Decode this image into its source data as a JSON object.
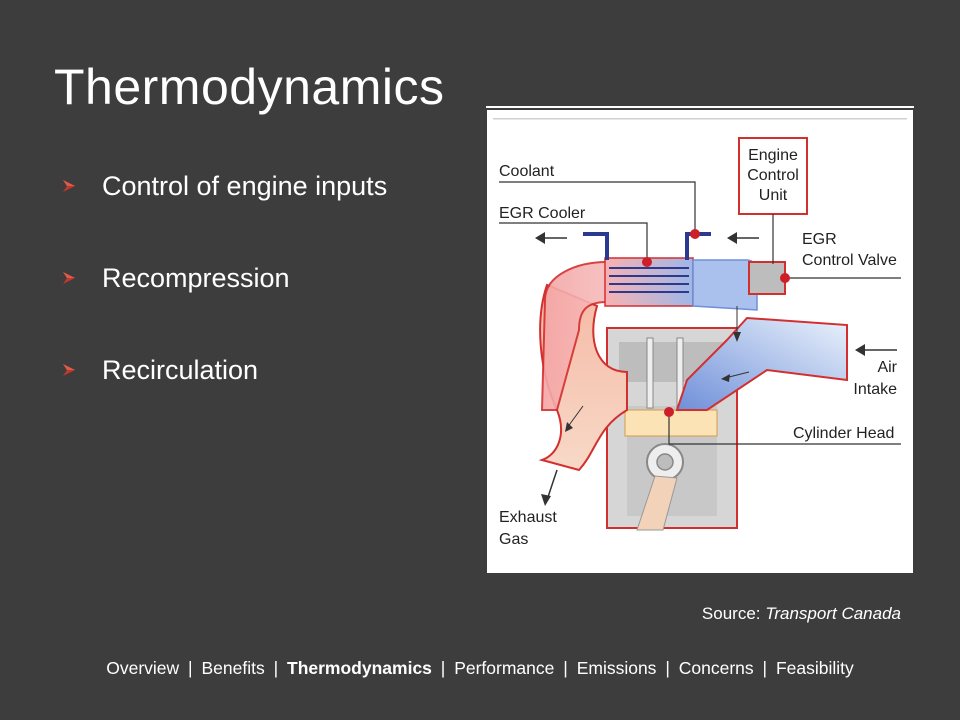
{
  "slide": {
    "title": "Thermodynamics",
    "bullets": [
      {
        "text": "Control of engine inputs"
      },
      {
        "text": "Recompression"
      },
      {
        "text": "Recirculation"
      }
    ]
  },
  "diagram": {
    "labels": {
      "coolant": "Coolant",
      "egr_cooler": "EGR Cooler",
      "ecu_line1": "Engine",
      "ecu_line2": "Control",
      "ecu_line3": "Unit",
      "egr_valve_line1": "EGR",
      "egr_valve_line2": "Control Valve",
      "air_intake_line1": "Air",
      "air_intake_line2": "Intake",
      "cylinder_head": "Cylinder Head",
      "exhaust_line1": "Exhaust",
      "exhaust_line2": "Gas"
    }
  },
  "source": {
    "prefix": "Source: ",
    "name": "Transport Canada"
  },
  "nav": {
    "items": [
      {
        "label": "Overview",
        "active": false
      },
      {
        "label": "Benefits",
        "active": false
      },
      {
        "label": "Thermodynamics",
        "active": true
      },
      {
        "label": "Performance",
        "active": false
      },
      {
        "label": "Emissions",
        "active": false
      },
      {
        "label": "Concerns",
        "active": false
      },
      {
        "label": "Feasibility",
        "active": false
      }
    ],
    "separator": "|"
  },
  "colors": {
    "background": "#3d3d3d",
    "bullet_arrow": "#c0392b",
    "diagram_accent": "#cc1f2a"
  }
}
